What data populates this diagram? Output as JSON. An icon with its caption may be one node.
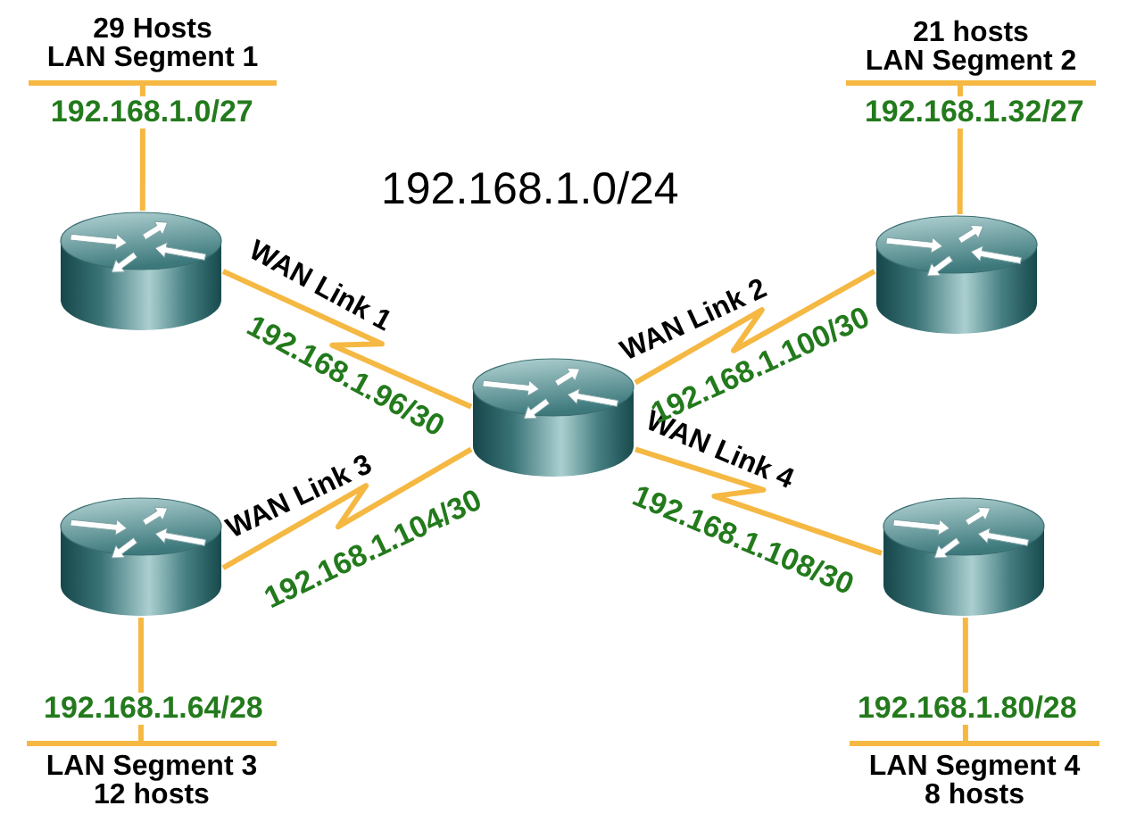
{
  "diagram": {
    "title": "192.168.1.0/24",
    "nodes": [
      {
        "text": [
          "29 Hosts",
          "LAN Segment 1"
        ]
      },
      {
        "text": [
          "21 hosts",
          "LAN Segment 2"
        ]
      },
      {
        "text": [],
        "shape": "cylinder"
      },
      {
        "text": [],
        "shape": "cylinder"
      },
      {
        "text": [],
        "shape": "cylinder"
      },
      {
        "text": [],
        "shape": "cylinder"
      },
      {
        "text": [],
        "shape": "cylinder"
      },
      {
        "text": [
          "LAN Segment 3",
          "12 hosts"
        ]
      },
      {
        "text": [
          "LAN Segment 4",
          "8 hosts"
        ]
      }
    ],
    "edges": [
      {
        "from": 2,
        "to": 0,
        "arrow": "none",
        "label": "192.168.1.0/27"
      },
      {
        "from": 3,
        "to": 1,
        "arrow": "none",
        "label": "192.168.1.32/27"
      },
      {
        "from": 4,
        "to": 2,
        "arrow": "none",
        "label": "WAN Link 1"
      },
      {
        "from": 4,
        "to": 3,
        "arrow": "none",
        "label": "WAN Link 2"
      },
      {
        "from": 4,
        "to": 5,
        "arrow": "none",
        "label": "WAN Link 3"
      },
      {
        "from": 4,
        "to": 6,
        "arrow": "none",
        "label": "WAN Link 4"
      },
      {
        "from": 5,
        "to": 7,
        "arrow": "none",
        "label": "192.168.1.64/28"
      },
      {
        "from": 6,
        "to": 8,
        "arrow": "none",
        "label": "192.168.1.80/28"
      }
    ],
    "labels": [
      "192.168.1.96/30",
      "192.168.1.100/30",
      "192.168.1.104/30",
      "192.168.1.108/30"
    ]
  }
}
